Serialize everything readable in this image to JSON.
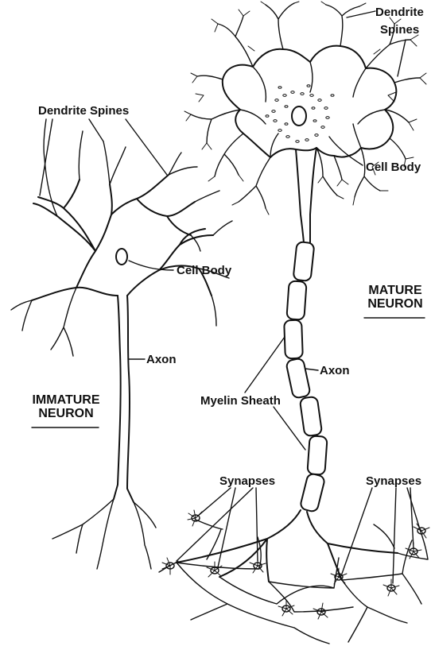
{
  "labels": {
    "mature_dendrite_spines_line1": "Dendrite",
    "mature_dendrite_spines_line2": "Spines",
    "mature_cell_body": "Cell Body",
    "mature_axon": "Axon",
    "myelin_sheath": "Myelin Sheath",
    "synapses_left": "Synapses",
    "synapses_right": "Synapses",
    "immature_dendrite_spines": "Dendrite Spines",
    "immature_cell_body": "Cell Body",
    "immature_axon": "Axon"
  },
  "titles": {
    "mature_line1": "MATURE",
    "mature_line2": "NEURON",
    "immature_line1": "IMMATURE",
    "immature_line2": "NEURON"
  }
}
